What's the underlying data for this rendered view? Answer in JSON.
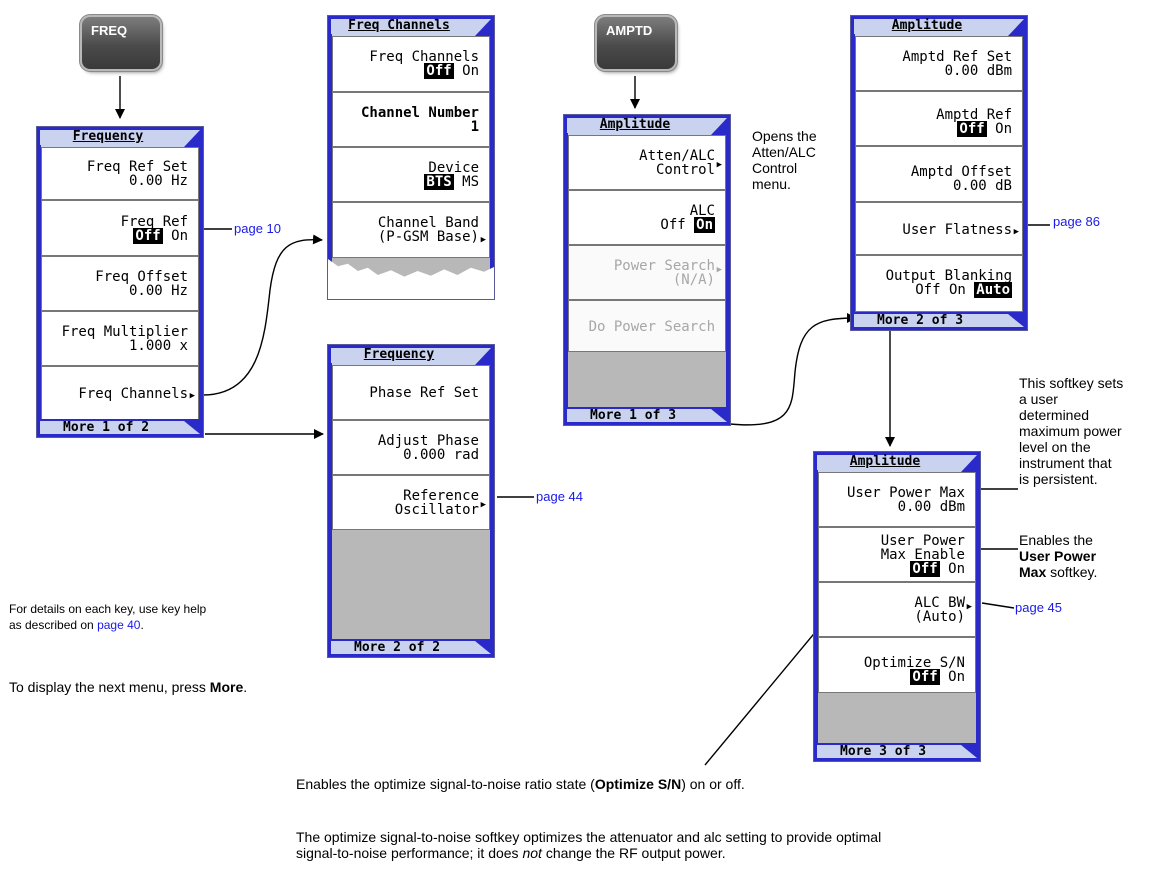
{
  "hardkeys": {
    "freq": "FREQ",
    "amptd": "AMPTD"
  },
  "menus": {
    "frequency1": {
      "title": "Frequency",
      "keys": [
        {
          "l1": "Freq Ref Set",
          "l2": "0.00 Hz"
        },
        {
          "l1": "Freq Ref",
          "sel": "Off",
          "other": "On"
        },
        {
          "l1": "Freq Offset",
          "l2": "0.00 Hz"
        },
        {
          "l1": "Freq Multiplier",
          "l2": "1.000 x"
        },
        {
          "l1": "Freq Channels"
        }
      ],
      "more": "More 1 of 2"
    },
    "freq_channels": {
      "title": "Freq Channels",
      "keys": [
        {
          "l1": "Freq Channels",
          "sel": "Off",
          "other": "On"
        },
        {
          "l1": "Channel Number",
          "l2": "1"
        },
        {
          "l1": "Device",
          "sel": "BTS",
          "other": "MS"
        },
        {
          "l1": "Channel Band",
          "l2": "(P-GSM Base)"
        }
      ]
    },
    "frequency2": {
      "title": "Frequency",
      "keys": [
        {
          "l1": "Phase Ref Set"
        },
        {
          "l1": "Adjust Phase",
          "l2": "0.000 rad"
        },
        {
          "l1": "Reference",
          "l2": "Oscillator"
        }
      ],
      "more": "More 2 of 2"
    },
    "amplitude1": {
      "title": "Amplitude",
      "keys": [
        {
          "l1": "Atten/ALC",
          "l2": "Control"
        },
        {
          "l1": "ALC",
          "other": "Off",
          "sel": "On"
        },
        {
          "l1": "Power Search",
          "l2": "(N/A)"
        },
        {
          "l1": "Do Power Search"
        }
      ],
      "more": "More 1 of 3"
    },
    "amplitude2": {
      "title": "Amplitude",
      "keys": [
        {
          "l1": "Amptd Ref Set",
          "l2": "0.00 dBm"
        },
        {
          "l1": "Amptd Ref",
          "sel": "Off",
          "other": "On"
        },
        {
          "l1": "Amptd Offset",
          "l2": "0.00 dB"
        },
        {
          "l1": "User Flatness"
        },
        {
          "l1": "Output Blanking",
          "off": "Off",
          "on": "On",
          "sel": "Auto"
        }
      ],
      "more": "More 2 of 3"
    },
    "amplitude3": {
      "title": "Amplitude",
      "keys": [
        {
          "l1": "User Power Max",
          "l2": "0.00 dBm"
        },
        {
          "l1": "User Power",
          "l2": "Max Enable",
          "sel": "Off",
          "other": "On"
        },
        {
          "l1": "ALC BW",
          "l2": "(Auto)"
        },
        {
          "l1": "Optimize S/N",
          "sel": "Off",
          "other": "On"
        }
      ],
      "more": "More 3 of 3"
    }
  },
  "links": {
    "freq_ref": "page 10",
    "ref_osc": "page 44",
    "user_flatness": "page 86",
    "alc_bw": "page 45",
    "key_help": "page 40"
  },
  "notes": {
    "key_help_pre": "For details on each key, use key help",
    "key_help_line2": "as described on",
    "key_help_end": ".",
    "more_pre": "To display the next menu, press",
    "more_key": "More",
    "more_end": ".",
    "atten_callout": [
      "Opens the",
      "Atten/ALC",
      "Control",
      "menu."
    ],
    "upm_callout": [
      "This softkey sets",
      "a user",
      "determined",
      "maximum power",
      "level on the",
      "instrument that",
      "is persistent."
    ],
    "upm_enable_line1": "Enables the",
    "upm_enable_bold1": "User Power",
    "upm_enable_bold2": "Max",
    "upm_enable_end": "softkey.",
    "optimize_pre": "Enables the optimize signal-to-noise ratio state (",
    "optimize_bold": "Optimize S/N",
    "optimize_post": ") on or off.",
    "optimize_desc1": "The optimize signal-to-noise softkey optimizes the attenuator and alc setting to provide optimal",
    "optimize_desc2_pre": "signal-to-noise performance; it does",
    "optimize_desc2_em": "not",
    "optimize_desc2_post": "change the RF output power."
  }
}
